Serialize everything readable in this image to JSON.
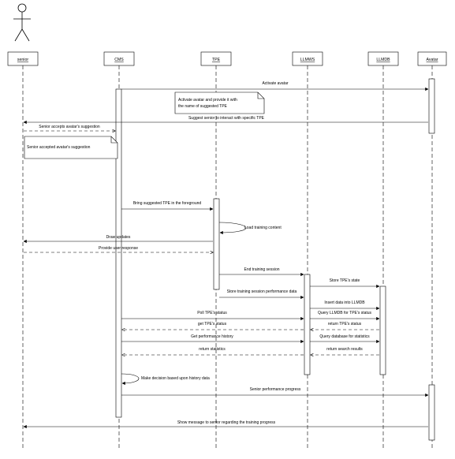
{
  "participants": [
    {
      "id": "senior",
      "label": "senior",
      "actor": true
    },
    {
      "id": "cms",
      "label": "CMS"
    },
    {
      "id": "tpe",
      "label": "TPE"
    },
    {
      "id": "llmws",
      "label": "LLMWS"
    },
    {
      "id": "llmdb",
      "label": "LLMDB"
    },
    {
      "id": "avatar",
      "label": "Avatar"
    }
  ],
  "messages": [
    {
      "label": "Activate avatar",
      "from": "cms",
      "to": "avatar",
      "style": "solid"
    },
    {
      "label": "Suggest senior to interact with specific TPE",
      "from": "avatar",
      "to": "senior",
      "style": "solid"
    },
    {
      "label": "Senior accepts avatar's suggestion",
      "from": "senior",
      "to": "cms",
      "style": "dashed"
    },
    {
      "label": "Bring suggested TPE in the foreground",
      "from": "cms",
      "to": "tpe",
      "style": "solid"
    },
    {
      "label": "Load training content",
      "from": "tpe",
      "to": "tpe",
      "style": "self"
    },
    {
      "label": "Draw updates",
      "from": "tpe",
      "to": "senior",
      "style": "solid"
    },
    {
      "label": "Provide user response",
      "from": "senior",
      "to": "tpe",
      "style": "dashed"
    },
    {
      "label": "End training session",
      "from": "tpe",
      "to": "llmws",
      "style": "solid"
    },
    {
      "label": "Store TPE's state",
      "from": "llmws",
      "to": "llmdb",
      "style": "solid"
    },
    {
      "label": "Store training session performance data",
      "from": "tpe",
      "to": "llmws",
      "style": "solid"
    },
    {
      "label": "Insert data into LLMDB",
      "from": "llmws",
      "to": "llmdb",
      "style": "solid"
    },
    {
      "label": "Poll TPE's status",
      "from": "cms",
      "to": "llmws",
      "style": "solid"
    },
    {
      "label": "Query LLMDB for TPE's status",
      "from": "llmws",
      "to": "llmdb",
      "style": "solid"
    },
    {
      "label": "get TPE's status",
      "from": "llmws",
      "to": "cms",
      "style": "dashed"
    },
    {
      "label": "return TPE's status",
      "from": "llmdb",
      "to": "llmws",
      "style": "dashed"
    },
    {
      "label": "Get performance history",
      "from": "cms",
      "to": "llmws",
      "style": "solid"
    },
    {
      "label": "Query database for statistics",
      "from": "llmws",
      "to": "llmdb",
      "style": "solid"
    },
    {
      "label": "return statistics",
      "from": "llmws",
      "to": "cms",
      "style": "dashed"
    },
    {
      "label": "return search results",
      "from": "llmdb",
      "to": "llmws",
      "style": "dashed"
    },
    {
      "label": "Make decision based upon history data",
      "from": "cms",
      "to": "cms",
      "style": "self"
    },
    {
      "label": "Senior performance progress",
      "from": "cms",
      "to": "avatar",
      "style": "solid"
    },
    {
      "label": "Show message to senior regarding the training progress",
      "from": "avatar",
      "to": "senior",
      "style": "solid"
    }
  ],
  "notes": [
    {
      "line1": "Activate avatar and provide it with",
      "line2": "the name of suggested TPE"
    },
    {
      "line1": "Senior accepted avatar's suggestion",
      "line2": ""
    }
  ],
  "colors": {
    "line": "#000000",
    "background": "#ffffff",
    "box_fill": "#ffffff"
  }
}
